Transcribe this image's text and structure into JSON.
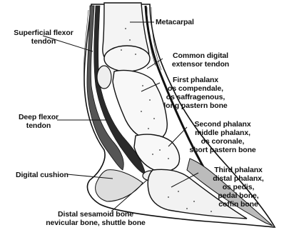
{
  "labels": {
    "metacarpal": "Metacarpal",
    "superficial_flexor": "Superficial flexor\ntendon",
    "common_digital_extensor": "Common digital\nextensor tendon",
    "first_phalanx": "First phalanx\nos compendale,\nos saffragenous,\nlong pastern bone",
    "deep_flexor": "Deep flexor\ntendon",
    "second_phalanx": "Second phalanx\nmiddle phalanx,\nos coronale,\nshort pastern bone",
    "digital_cushion": "Digital cushion",
    "third_phalanx": "Third phalanx\ndistal phalanx,\nos pedis,\npedal bone,\ncoffin bone",
    "distal_sesamoid": "Distal sesamoid bone\nnevicular bone, shuttle bone"
  }
}
